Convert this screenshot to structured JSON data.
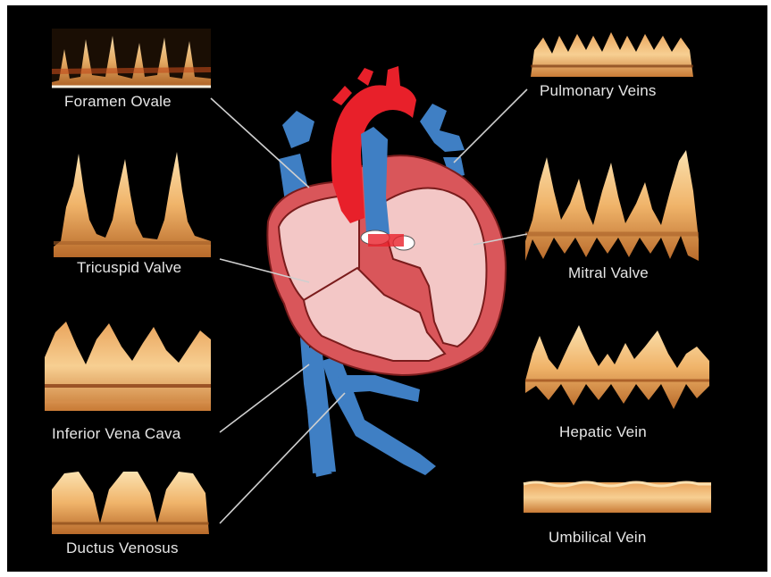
{
  "colors": {
    "background": "#000000",
    "artery_red": "#e8202a",
    "vein_blue": "#3f7fc4",
    "heart_wall": "#d9565a",
    "chamber_fill": "#f3c7c6",
    "doppler_amber": "#f0b46a",
    "leader_line": "#cfcfcf",
    "label_text": "#e6e6e6"
  },
  "labels": {
    "foramen_ovale": "Foramen Ovale",
    "tricuspid_valve": "Tricuspid Valve",
    "inferior_vena_cava": "Inferior Vena Cava",
    "ductus_venosus": "Ductus Venosus",
    "pulmonary_veins": "Pulmonary Veins",
    "mitral_valve": "Mitral Valve",
    "hepatic_vein": "Hepatic Vein",
    "umbilical_vein": "Umbilical Vein"
  },
  "icons": {
    "heart": "heart-illustration-icon",
    "doppler": "doppler-waveform-icon"
  }
}
